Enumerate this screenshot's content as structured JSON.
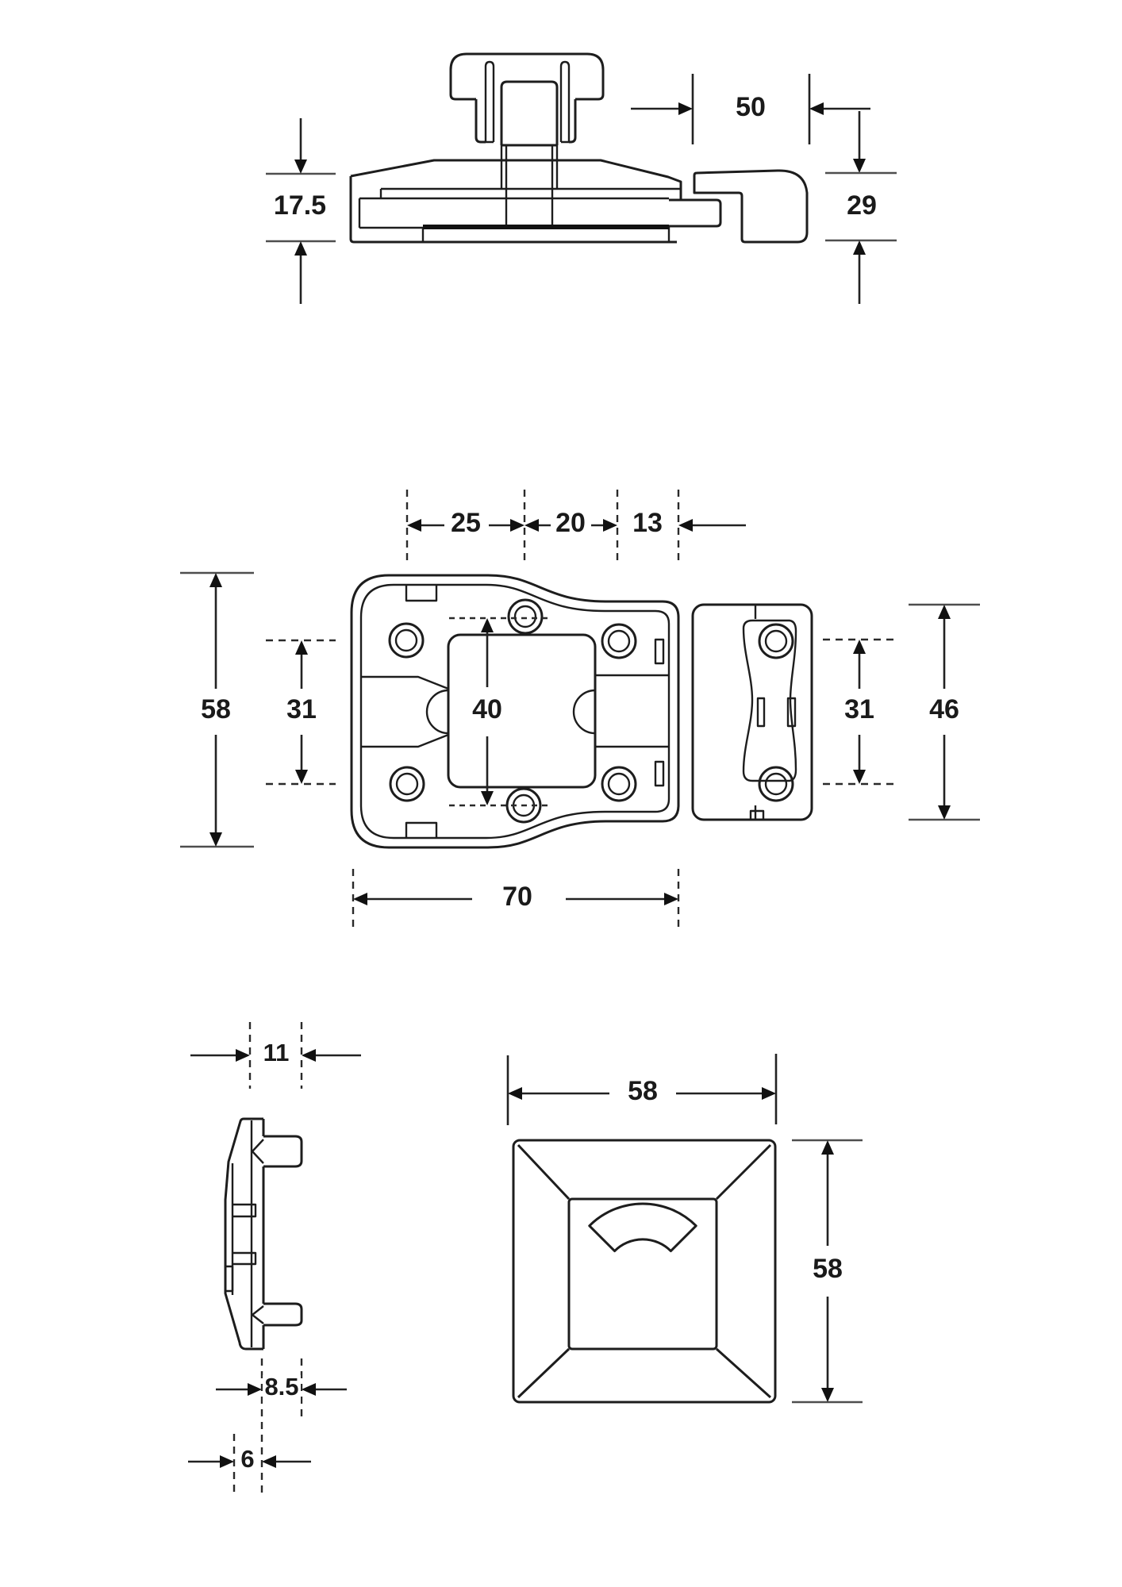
{
  "drawing": {
    "background": "#ffffff",
    "line_color": "#1d1d1d",
    "views": {
      "side_elevation": {
        "dims": {
          "body_height": "17.5",
          "backset": "50",
          "keeper_height": "29"
        }
      },
      "plan": {
        "dims": {
          "left_hole_offset": "25",
          "hole_spacing": "20",
          "right_edge_offset": "13",
          "overall_height": "58",
          "body_hole_spacing": "31",
          "bolt_opening": "40",
          "keeper_hole_spacing": "31",
          "keeper_length": "46",
          "overall_width": "70"
        }
      },
      "keeper_profile": {
        "dims": {
          "overall_depth": "11",
          "plate_depth": "8.5",
          "flange_depth": "6"
        }
      },
      "indicator_cap": {
        "dims": {
          "width": "58",
          "height": "58"
        }
      }
    }
  }
}
